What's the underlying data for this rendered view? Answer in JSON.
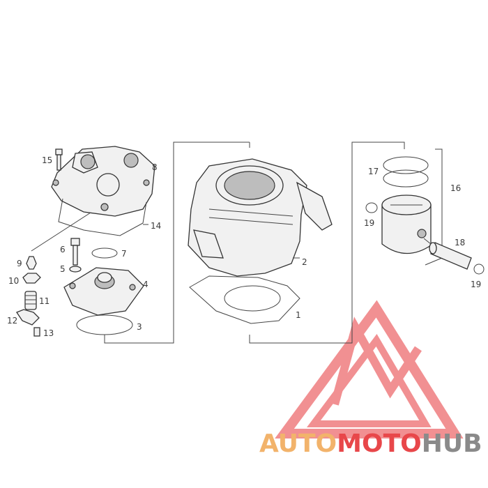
{
  "diagram": {
    "part_numbers": {
      "p1": "1",
      "p2": "2",
      "p3": "3",
      "p4": "4",
      "p5": "5",
      "p6": "6",
      "p7": "7",
      "p8": "8",
      "p9": "9",
      "p10": "10",
      "p11": "11",
      "p12": "12",
      "p13": "13",
      "p14": "14",
      "p15": "15",
      "p16": "16",
      "p17": "17",
      "p18": "18",
      "p19a": "19",
      "p19b": "19"
    }
  },
  "watermark": {
    "brand_part1": "AUTO",
    "brand_part2": "MOTO",
    "brand_part3": "HUB",
    "color_orange": "#f2b36b",
    "color_red": "#e8474a",
    "color_gray": "#8a8a8a"
  }
}
